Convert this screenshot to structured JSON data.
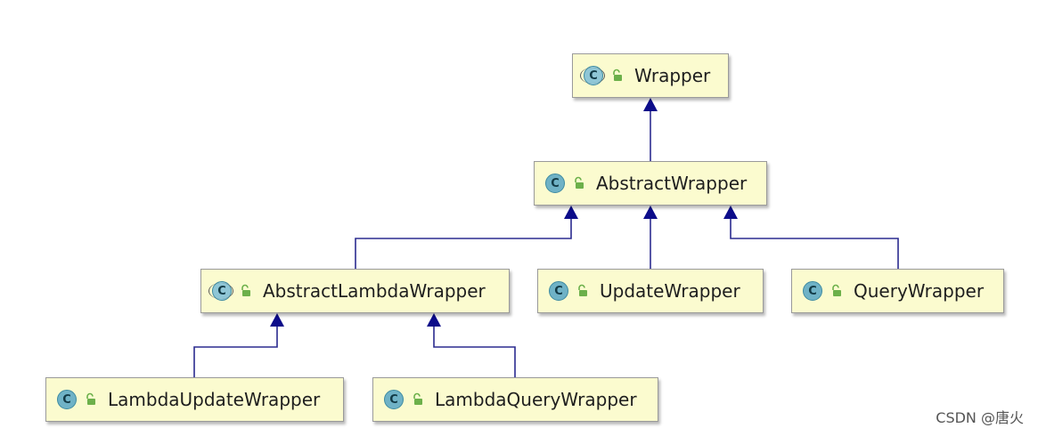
{
  "diagram": {
    "type": "class-hierarchy",
    "nodes": [
      {
        "id": "wrapper",
        "label": "Wrapper",
        "icon": "abstract-class-icon"
      },
      {
        "id": "abstract_wrapper",
        "label": "AbstractWrapper",
        "icon": "class-icon"
      },
      {
        "id": "abstract_lambda_wrapper",
        "label": "AbstractLambdaWrapper",
        "icon": "abstract-class-icon"
      },
      {
        "id": "update_wrapper",
        "label": "UpdateWrapper",
        "icon": "class-icon"
      },
      {
        "id": "query_wrapper",
        "label": "QueryWrapper",
        "icon": "class-icon"
      },
      {
        "id": "lambda_update_wrapper",
        "label": "LambdaUpdateWrapper",
        "icon": "class-icon"
      },
      {
        "id": "lambda_query_wrapper",
        "label": "LambdaQueryWrapper",
        "icon": "class-icon"
      }
    ],
    "edges": [
      {
        "from": "abstract_wrapper",
        "to": "wrapper",
        "relation": "extends"
      },
      {
        "from": "abstract_lambda_wrapper",
        "to": "abstract_wrapper",
        "relation": "extends"
      },
      {
        "from": "update_wrapper",
        "to": "abstract_wrapper",
        "relation": "extends"
      },
      {
        "from": "query_wrapper",
        "to": "abstract_wrapper",
        "relation": "extends"
      },
      {
        "from": "lambda_update_wrapper",
        "to": "abstract_lambda_wrapper",
        "relation": "extends"
      },
      {
        "from": "lambda_query_wrapper",
        "to": "abstract_lambda_wrapper",
        "relation": "extends"
      }
    ],
    "colors": {
      "node_fill": "#fbfbcf",
      "node_border": "#9a9a9a",
      "edge": "#2b2b8f",
      "arrowhead": "#0c0c8a",
      "class_icon": "#6fb2c6",
      "lock_icon": "#6cb04a"
    }
  },
  "watermark": "CSDN @唐火"
}
